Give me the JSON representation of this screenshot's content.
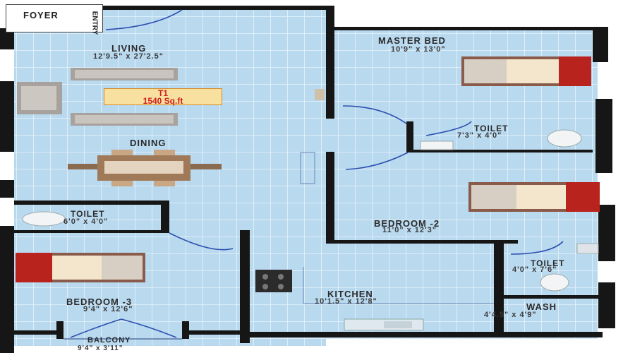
{
  "unit": {
    "name": "T1",
    "area": "1540 Sq.ft"
  },
  "rooms": {
    "foyer": "FOYER",
    "entry": "ENTRY",
    "living": {
      "name": "LIVING",
      "dim": "12'9.5\" x 27'2.5\""
    },
    "dining": {
      "name": "DINING"
    },
    "master_bed": {
      "name": "MASTER BED",
      "dim": "10'9\" x 13'0\""
    },
    "toilet_master": {
      "name": "TOILET",
      "dim": "7'3\" x 4'0\""
    },
    "bedroom2": {
      "name": "BEDROOM -2",
      "dim": "11'0\" x 12'3\""
    },
    "toilet_left": {
      "name": "TOILET",
      "dim": "6'0\" x 4'0\""
    },
    "toilet_bed2": {
      "name": "TOILET",
      "dim": "4'0\" x 7'6\""
    },
    "bedroom3": {
      "name": "BEDROOM -3",
      "dim": "9'4\" x 12'6\""
    },
    "kitchen": {
      "name": "KITCHEN",
      "dim": "10'1.5\" x 12'8\""
    },
    "wash": {
      "name": "WASH",
      "dim": "4'4.5\" x 4'9\""
    },
    "balcony": {
      "name": "BALCONY",
      "dim": "9'4\" x 3'11\""
    }
  },
  "colors": {
    "floor": "#b9d9ef",
    "tile_line": "#e8f3fb",
    "wall": "#161616",
    "sofa": "#a8a29e",
    "bed_head": "#b8231d",
    "bed_frame": "#8a5a4a",
    "linen": "#f3e6cc",
    "door_arc": "#2c4fb0",
    "badge_bg": "#f7e0a0",
    "badge_text": "#d0201c"
  }
}
